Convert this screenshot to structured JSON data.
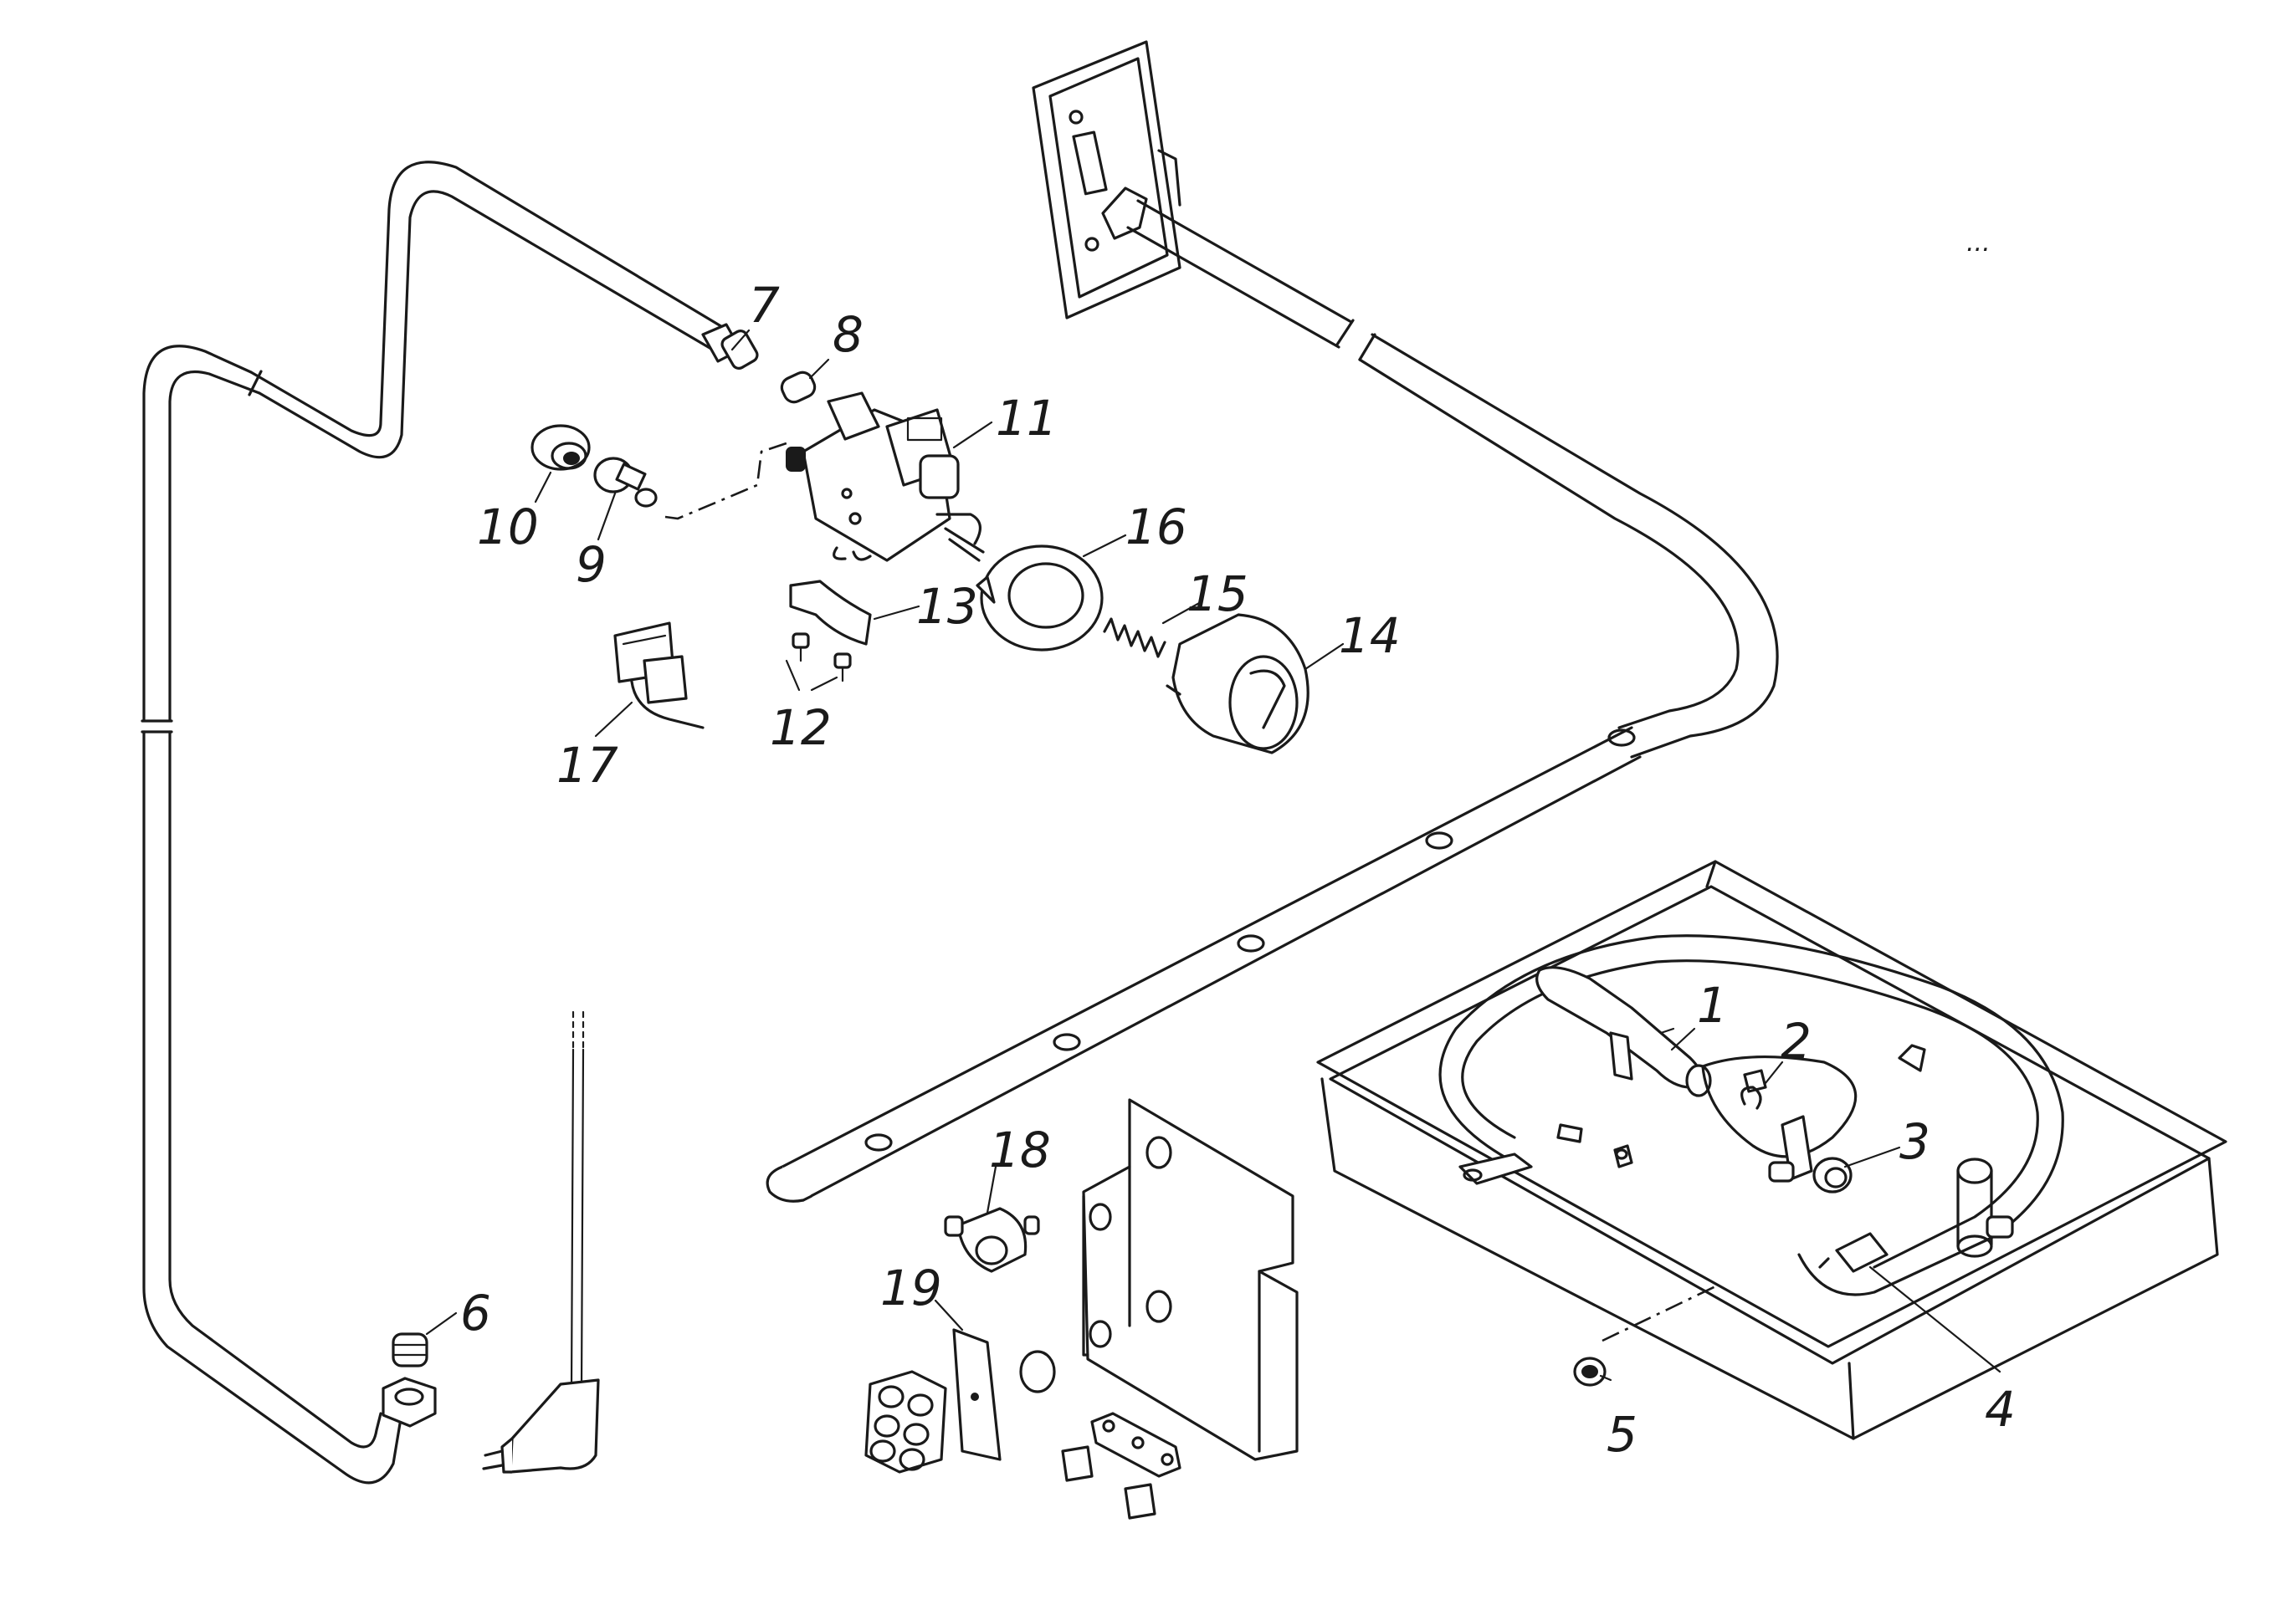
{
  "labels": {
    "p1": "1",
    "p2": "2",
    "p3": "3",
    "p4": "4",
    "p5": "5",
    "p6": "6",
    "p7": "7",
    "p8": "8",
    "p9": "9",
    "p10": "10",
    "p11": "11",
    "p12": "12",
    "p13": "13",
    "p14": "14",
    "p15": "15",
    "p16": "16",
    "p17": "17",
    "p18": "18",
    "p19": "19"
  },
  "stray_marks": {
    "dots": "..."
  }
}
